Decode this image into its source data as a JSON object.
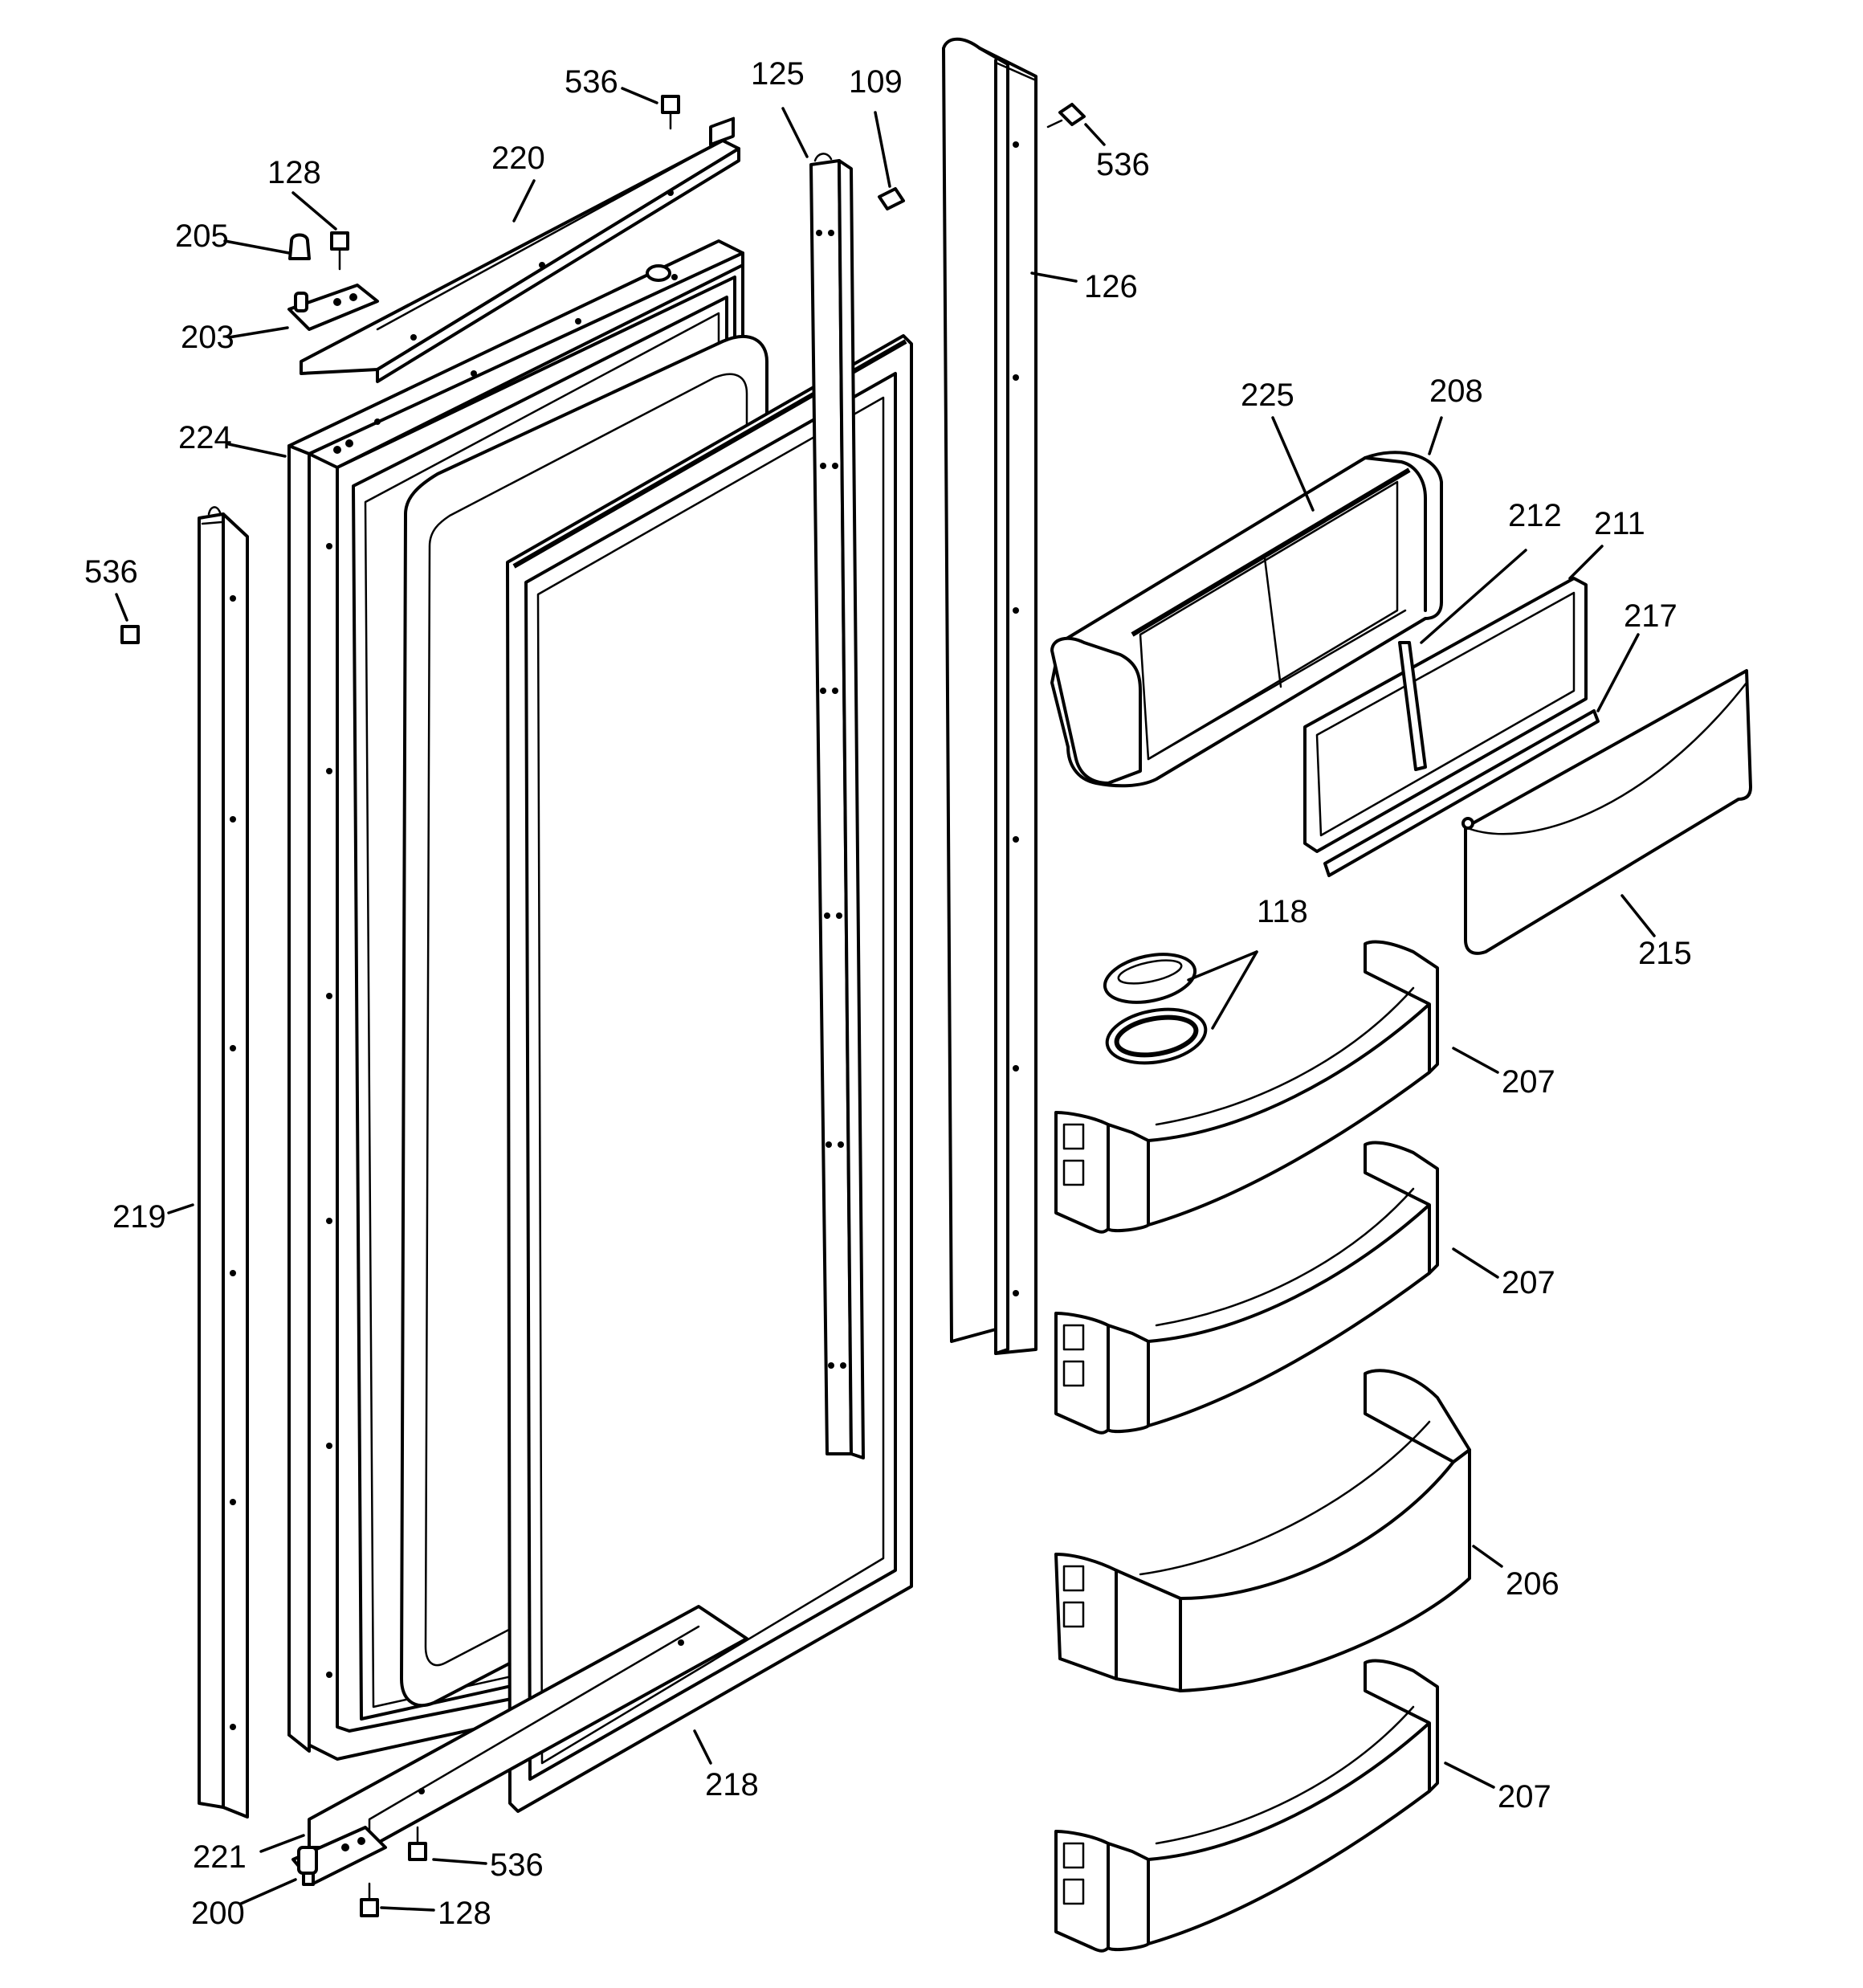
{
  "diagram": {
    "callouts": [
      {
        "id": "c-536-top",
        "label": "536"
      },
      {
        "id": "c-125",
        "label": "125"
      },
      {
        "id": "c-109",
        "label": "109"
      },
      {
        "id": "c-536-right",
        "label": "536"
      },
      {
        "id": "c-128-top",
        "label": "128"
      },
      {
        "id": "c-220",
        "label": "220"
      },
      {
        "id": "c-205",
        "label": "205"
      },
      {
        "id": "c-203",
        "label": "203"
      },
      {
        "id": "c-126",
        "label": "126"
      },
      {
        "id": "c-224",
        "label": "224"
      },
      {
        "id": "c-225",
        "label": "225"
      },
      {
        "id": "c-208",
        "label": "208"
      },
      {
        "id": "c-536-left",
        "label": "536"
      },
      {
        "id": "c-212",
        "label": "212"
      },
      {
        "id": "c-211",
        "label": "211"
      },
      {
        "id": "c-217",
        "label": "217"
      },
      {
        "id": "c-118",
        "label": "118"
      },
      {
        "id": "c-215",
        "label": "215"
      },
      {
        "id": "c-207-a",
        "label": "207"
      },
      {
        "id": "c-219",
        "label": "219"
      },
      {
        "id": "c-207-b",
        "label": "207"
      },
      {
        "id": "c-206",
        "label": "206"
      },
      {
        "id": "c-218",
        "label": "218"
      },
      {
        "id": "c-207-c",
        "label": "207"
      },
      {
        "id": "c-221",
        "label": "221"
      },
      {
        "id": "c-536-bottom",
        "label": "536"
      },
      {
        "id": "c-200",
        "label": "200"
      },
      {
        "id": "c-128-bottom",
        "label": "128"
      }
    ]
  }
}
